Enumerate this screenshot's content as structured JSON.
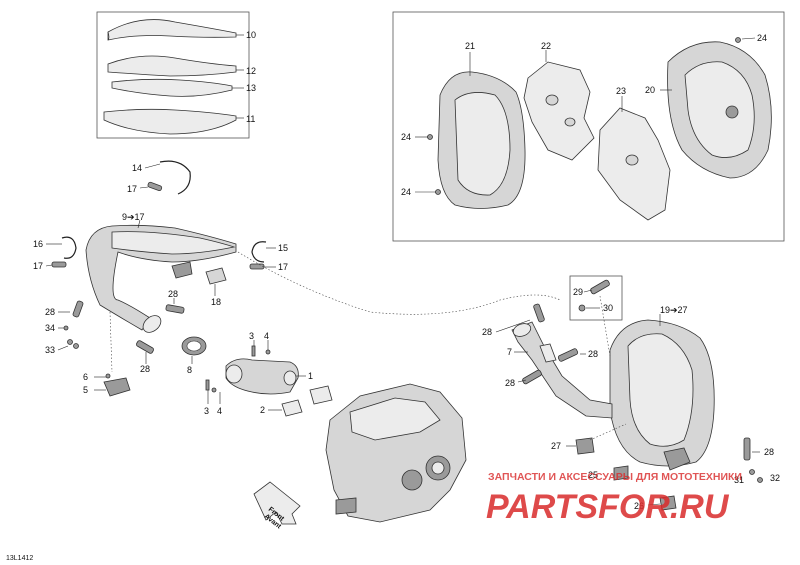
{
  "doc_code": "13L1412",
  "front_arrow": {
    "line1": "Front",
    "line2": "Avant"
  },
  "watermark": {
    "top": "ЗАПЧАСТИ И АКСЕССУАРЫ ДЛЯ МОТОТЕХНИКИ",
    "brand": "PARTSFOR.RU",
    "color": "#d92b2b"
  },
  "callouts": {
    "c10": "10",
    "c12": "12",
    "c13": "13",
    "c11": "11",
    "c14": "14",
    "c17a": "17",
    "c9_17": "9➔17",
    "c16": "16",
    "c17b": "17",
    "c15": "15",
    "c17c": "17",
    "c18": "18",
    "c28a": "28",
    "c28b": "28",
    "c34": "34",
    "c33": "33",
    "c28c": "28",
    "c8": "8",
    "c6": "6",
    "c5": "5",
    "c3a": "3",
    "c4a": "4",
    "c1": "1",
    "c3b": "3",
    "c4b": "4",
    "c2": "2",
    "c21": "21",
    "c22": "22",
    "c24a": "24",
    "c20": "20",
    "c23": "23",
    "c24b": "24",
    "c24c": "24",
    "c29": "29",
    "c30": "30",
    "c19_27": "19➔27",
    "c28d": "28",
    "c7": "7",
    "c28e": "28",
    "c28f": "28",
    "c27": "27",
    "c25": "25",
    "c26": "26",
    "c28g": "28",
    "c31": "31",
    "c32": "32"
  }
}
